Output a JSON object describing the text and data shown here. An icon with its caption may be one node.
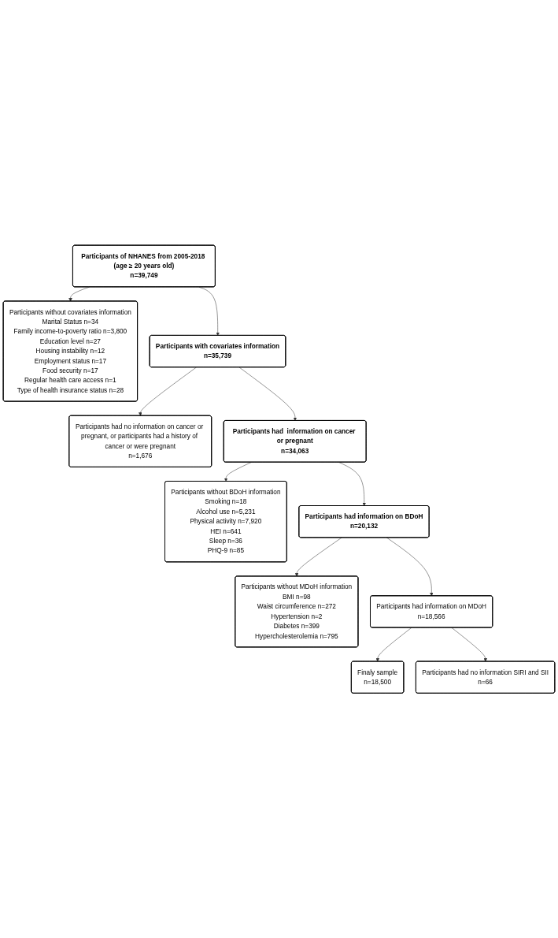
{
  "diagram": {
    "nodes": [
      {
        "text": [
          "Participants of NHANES from 2005-2018 (age ≥ 20 years old)",
          "n=39,749"
        ]
      },
      {
        "text": [
          "Participants without covariates information",
          "Marital Status n=34",
          "Family income-to-poverty ratio n=3,800",
          "Education level n=27",
          "Housing instability n=12",
          "Employment status n=17",
          "Food security n=17",
          "Regular health care access n=1",
          "Type of health insurance status n=28"
        ]
      },
      {
        "text": [
          "Participants with covariates information",
          "n=35,739"
        ]
      },
      {
        "text": [
          "Participants had no information on cancer or pregnant, or participants had a history of cancer or were pregnant",
          "n=1,676"
        ]
      },
      {
        "text": [
          "Participants had  information on cancer or pregnant",
          "n=34,063"
        ]
      },
      {
        "text": [
          "Participants without BDoH information",
          "Smoking n=18",
          "Alcohol use n=5,231",
          "Physical activity n=7,920",
          "HEI n=641",
          "Sleep n=36",
          "PHQ-9 n=85"
        ]
      },
      {
        "text": [
          "Participants had  information on BDoH",
          "n=20,132"
        ]
      },
      {
        "text": [
          "Participants without MDoH information",
          "BMI n=98",
          "Waist circumference n=272",
          "Hypertension n=2",
          "Diabetes n=399",
          "Hypercholesterolemia n=795"
        ]
      },
      {
        "text": [
          "Participants had  information on MDoH",
          "n=18,566"
        ]
      },
      {
        "text": [
          "Participants had no information SIRI and SII",
          "n=66"
        ]
      },
      {
        "text": [
          "Finaly sample",
          "n=18,500"
        ]
      }
    ],
    "edges": [
      {
        "from": 0,
        "to": 2,
        "arrow": "to"
      },
      {
        "from": 0,
        "to": 1,
        "arrow": "to"
      },
      {
        "from": 2,
        "to": 4,
        "arrow": "to"
      },
      {
        "from": 2,
        "to": 3,
        "arrow": "to"
      },
      {
        "from": 4,
        "to": 6,
        "arrow": "to"
      },
      {
        "from": 4,
        "to": 5,
        "arrow": "to"
      },
      {
        "from": 6,
        "to": 8,
        "arrow": "to"
      },
      {
        "from": 6,
        "to": 7,
        "arrow": "to"
      },
      {
        "from": 8,
        "to": 10,
        "arrow": "to"
      },
      {
        "from": 8,
        "to": 9,
        "arrow": "to"
      }
    ]
  }
}
